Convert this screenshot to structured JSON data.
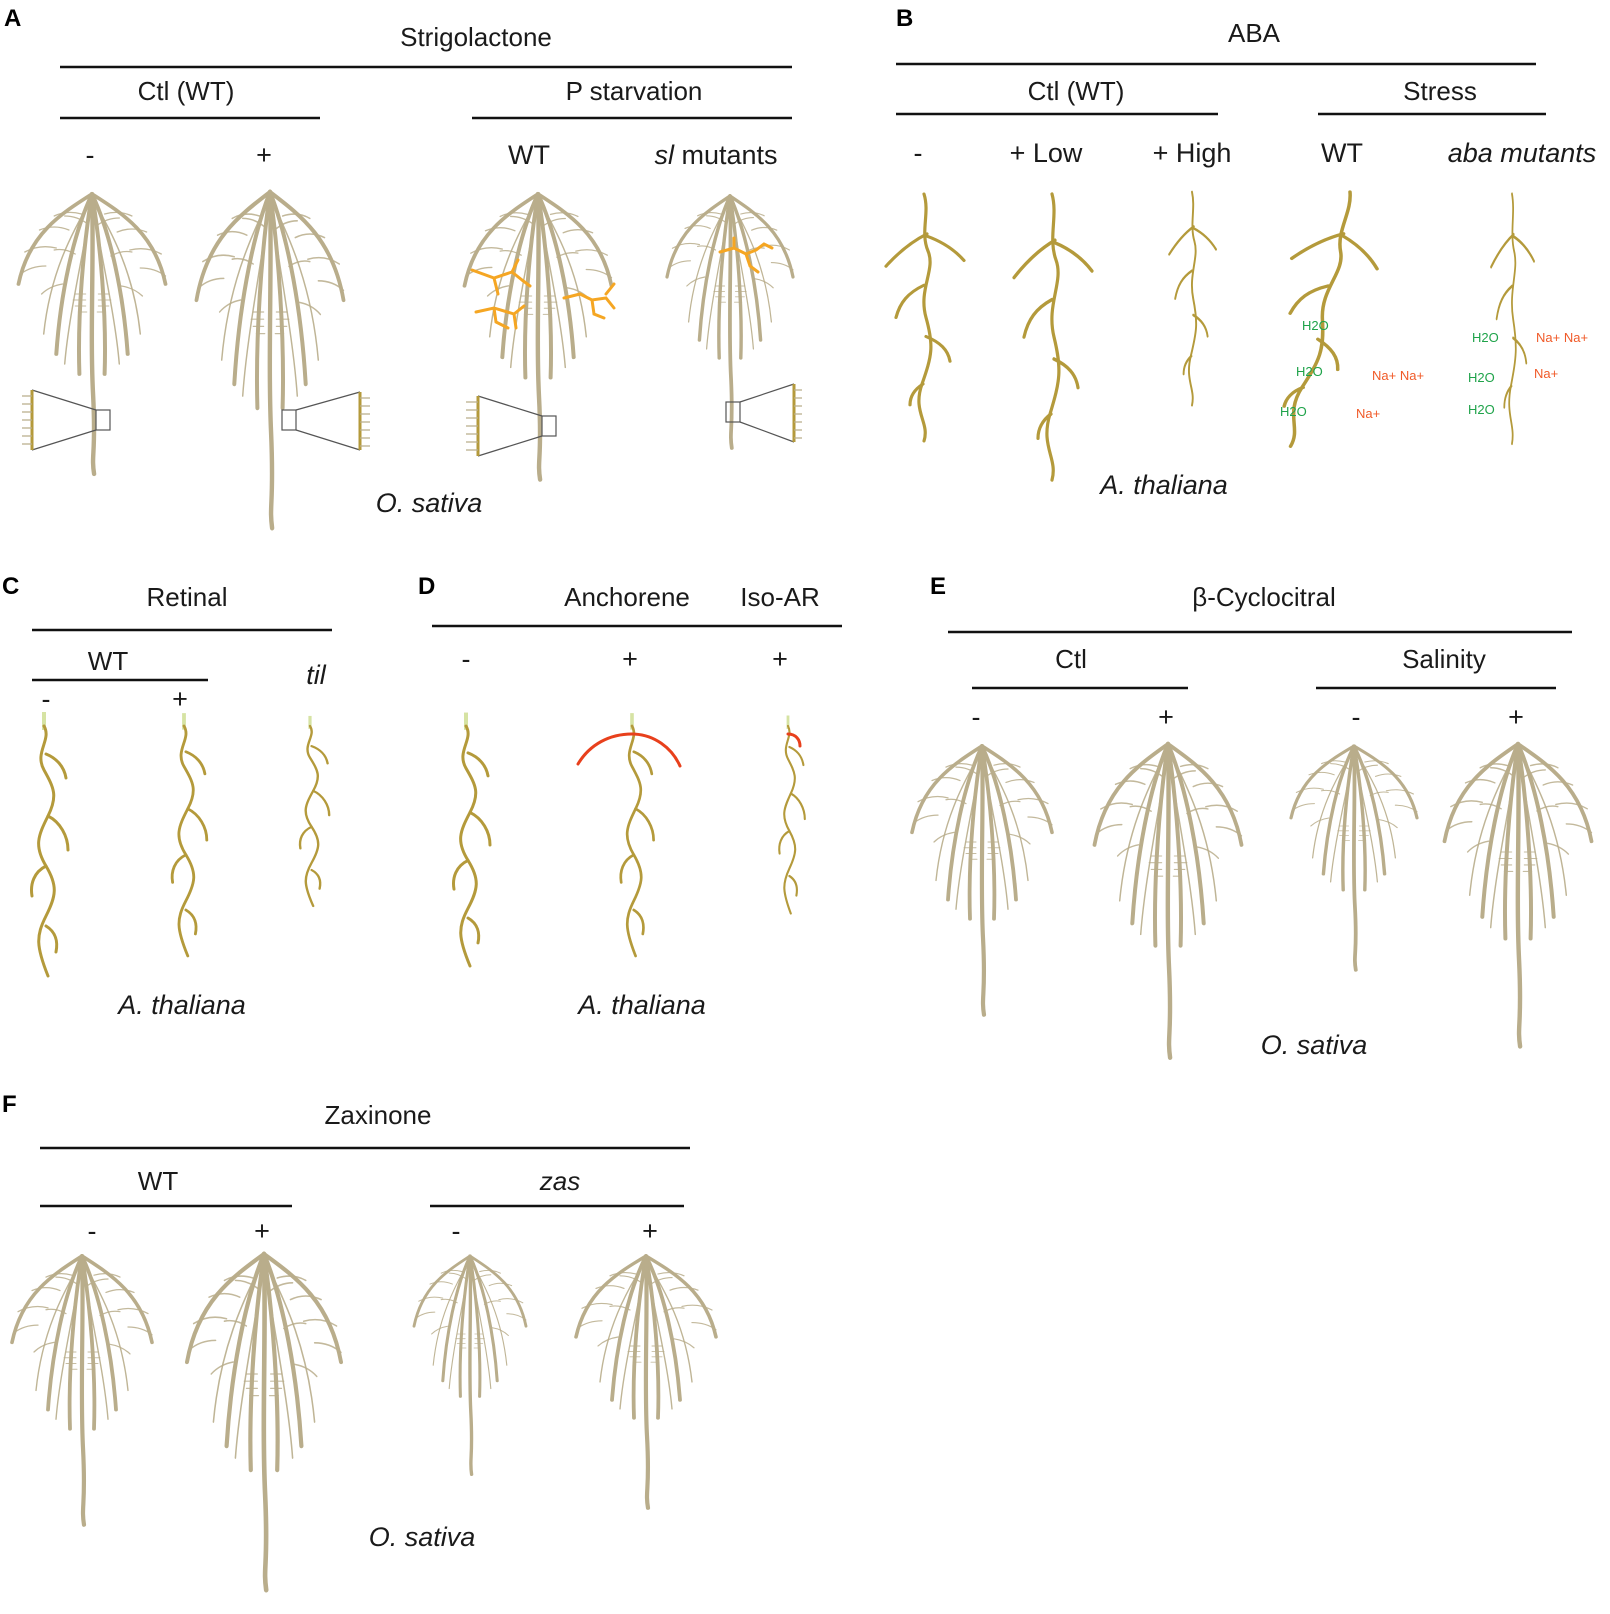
{
  "colors": {
    "rice_root": "#b9ad8b",
    "arabidopsis_root": "#b49a3b",
    "hypocotyl": "#d6e3a3",
    "mycorrhiza": "#f5a623",
    "anchorene_root": "#e8401c",
    "water": "#1fa34a",
    "sodium": "#f05a28"
  },
  "panels": {
    "A": {
      "letter": "A",
      "title": "Strigolactone",
      "group1": "Ctl (WT)",
      "group2": "P starvation",
      "minus": "-",
      "plus": "+",
      "wt": "WT",
      "mutant_italic": "sl",
      "mutant_suffix": " mutants",
      "species": "O. sativa"
    },
    "B": {
      "letter": "B",
      "title": "ABA",
      "group1": "Ctl (WT)",
      "group2": "Stress",
      "minus": "-",
      "low": "+ Low",
      "high": "+ High",
      "wt": "WT",
      "mutant": "aba mutants",
      "species": "A. thaliana",
      "water": "H2O",
      "sodium": "Na+",
      "sodium_pair": "Na+ Na+"
    },
    "C": {
      "letter": "C",
      "title": "Retinal",
      "group1": "WT",
      "mutant": "til",
      "minus": "-",
      "plus": "+",
      "species": "A. thaliana"
    },
    "D": {
      "letter": "D",
      "title1": "Anchorene",
      "title2": "Iso-AR",
      "minus": "-",
      "plus": "+",
      "species": "A. thaliana"
    },
    "E": {
      "letter": "E",
      "title": "β-Cyclocitral",
      "group1": "Ctl",
      "group2": "Salinity",
      "minus": "-",
      "plus": "+",
      "species": "O. sativa"
    },
    "F": {
      "letter": "F",
      "title": "Zaxinone",
      "group1": "WT",
      "group2": "zas",
      "minus": "-",
      "plus": "+",
      "species": "O. sativa"
    }
  }
}
